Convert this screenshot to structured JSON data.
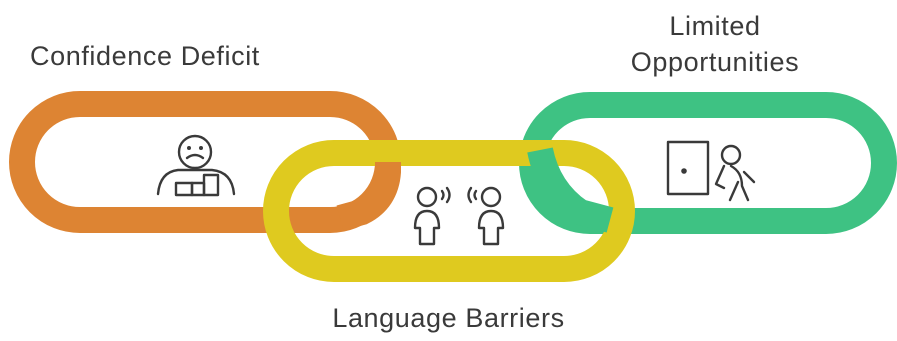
{
  "stages": [
    {
      "id": "confidence",
      "label": "Confidence Deficit",
      "color": "#dd8433",
      "icon": "person-with-boxes-icon"
    },
    {
      "id": "language",
      "label": "Language Barriers",
      "color": "#dfca1f",
      "icon": "two-people-talking-icon"
    },
    {
      "id": "limited",
      "label_lines": [
        "Limited",
        "Opportunities"
      ],
      "color": "#3ec283",
      "icon": "person-leaving-door-icon"
    }
  ],
  "icon_stroke": "#3a3a3a"
}
